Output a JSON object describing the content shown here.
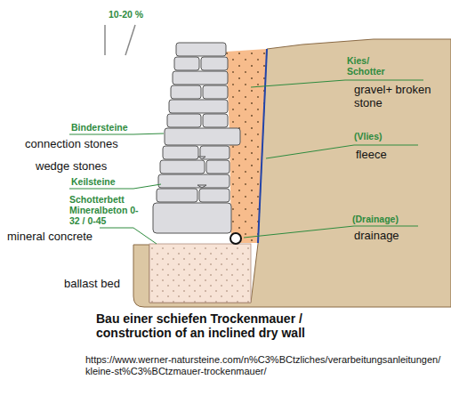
{
  "diagram": {
    "title": "Bau einer schiefen Trockenmauer / construction of an inclined dry wall",
    "caption": "https://www.werner-natursteine.com/n%C3%BCtzliches/verarbeitungsanleitungen/kleine-st%C3%BCtzmauer-trockenmauer/",
    "labels": [
      "10-20 %",
      "Kies/ Schotter",
      "gravel+ broken stone",
      "(Vlies)",
      "fleece",
      "Bindersteine",
      "connection stones",
      "wedge stones",
      "Keilsteine",
      "Schotterbett Mineralbeton 0-32 / 0-45",
      "mineral concrete",
      "(Drainage)",
      "drainage",
      "ballast bed"
    ]
  }
}
